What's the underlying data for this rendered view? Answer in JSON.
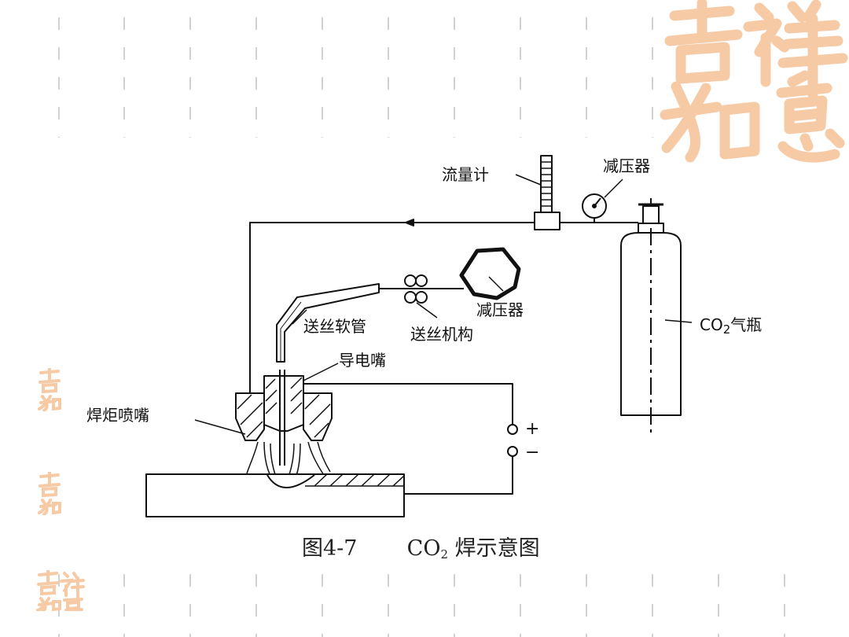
{
  "labels": {
    "flowmeter": "流量计",
    "regulator_top": "减压器",
    "regulator_reel": "减压器",
    "hose": "送丝软管",
    "feeder": "送丝机构",
    "contact_tip": "导电嘴",
    "nozzle": "焊炬喷嘴",
    "cylinder_prefix": "CO",
    "cylinder_sub": "2",
    "cylinder_suffix": "气瓶",
    "plus": "+",
    "minus": "−"
  },
  "caption": {
    "number": "图4-7",
    "title_prefix": "CO",
    "title_sub": "2",
    "title_suffix": " 焊示意图"
  },
  "watermark": {
    "text": "吉祥如意"
  },
  "colors": {
    "line": "#111111",
    "dash_grid": "#d2d2d2",
    "seal": "#f6caa4",
    "background": "#ffffff"
  }
}
